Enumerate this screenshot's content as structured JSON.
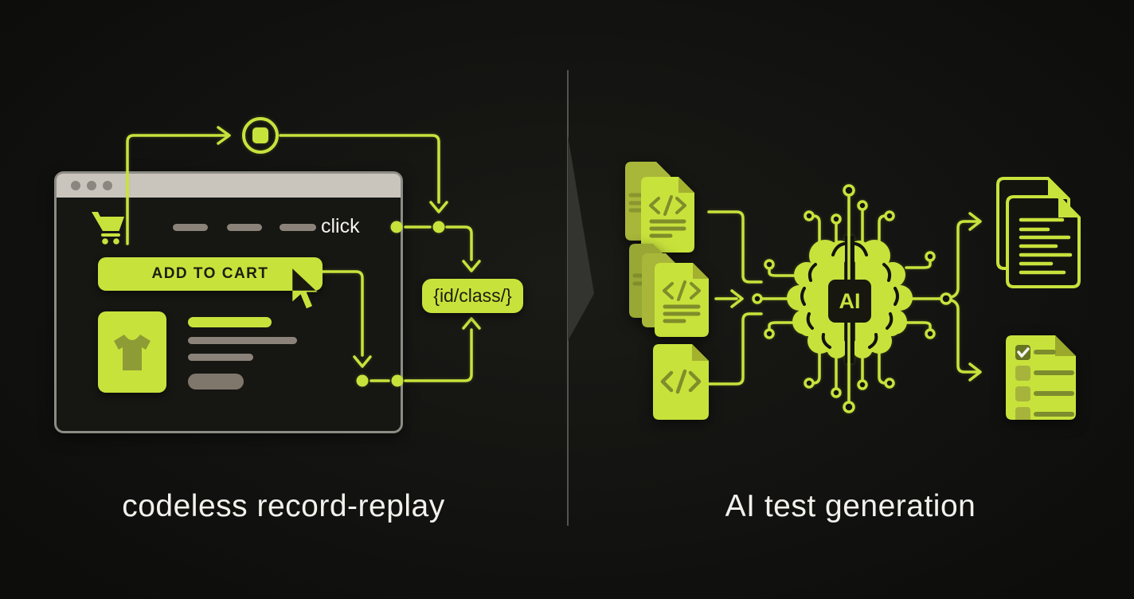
{
  "colors": {
    "background": "#131311",
    "accent_lime": "#c8e23c",
    "olive_detail": "#8e9c35",
    "file_back_olive": "#a8b63a",
    "window_bar_gray": "#c9c5bc",
    "muted_gray": "#8b8379",
    "text_light": "#f2f1ec",
    "divider_gray": "#54544e",
    "dark_ink": "#1c1e0e"
  },
  "left_panel": {
    "caption": "codeless record-replay",
    "browser_window": {
      "add_to_cart_label": "ADD TO CART"
    },
    "flow": {
      "click_label": "click",
      "selector_chip_label": "{id/class/}"
    }
  },
  "right_panel": {
    "caption": "AI test generation",
    "ai_chip_label": "AI"
  },
  "icons": {
    "record": "record-stop-circle",
    "cart": "shopping-cart",
    "cursor": "mouse-pointer-arrow",
    "tshirt": "t-shirt-product",
    "code_files": "code-document-</>",
    "brain": "ai-circuit-brain",
    "doc_stack": "generated-test-documents",
    "checklist": "test-checklist-document"
  }
}
